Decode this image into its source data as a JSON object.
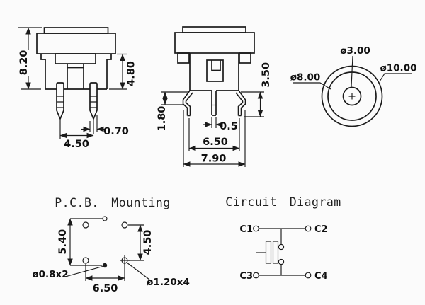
{
  "colors": {
    "background": "#fbfbfb",
    "line": "#1b1b1b"
  },
  "front_view": {
    "dim_total_height": "8.20",
    "dim_base_height": "4.80",
    "dim_pin_spacing": "4.50",
    "dim_pin_width": "0.70"
  },
  "side_view": {
    "dim_snap_height": "3.50",
    "dim_snap_flare": "1.80",
    "dim_center_pin_width": "0.5",
    "dim_snap_span": "6.50",
    "dim_overall_width": "7.90"
  },
  "top_view": {
    "dim_plunger_diameter": "ø3.00",
    "dim_body_diameter": "ø8.00",
    "dim_bezel_diameter": "ø10.00"
  },
  "pcb_mounting": {
    "title": "P.C.B. Mounting",
    "dim_small_hole_pitch": "5.40",
    "dim_hole_pitch_vertical": "4.50",
    "dim_hole_pitch_horizontal": "6.50",
    "label_small_holes": "ø0.8x2",
    "label_terminal_holes": "ø1.20x4"
  },
  "circuit_diagram": {
    "title": "Circuit Diagram",
    "terminals": [
      "C1",
      "C2",
      "C3",
      "C4"
    ]
  }
}
